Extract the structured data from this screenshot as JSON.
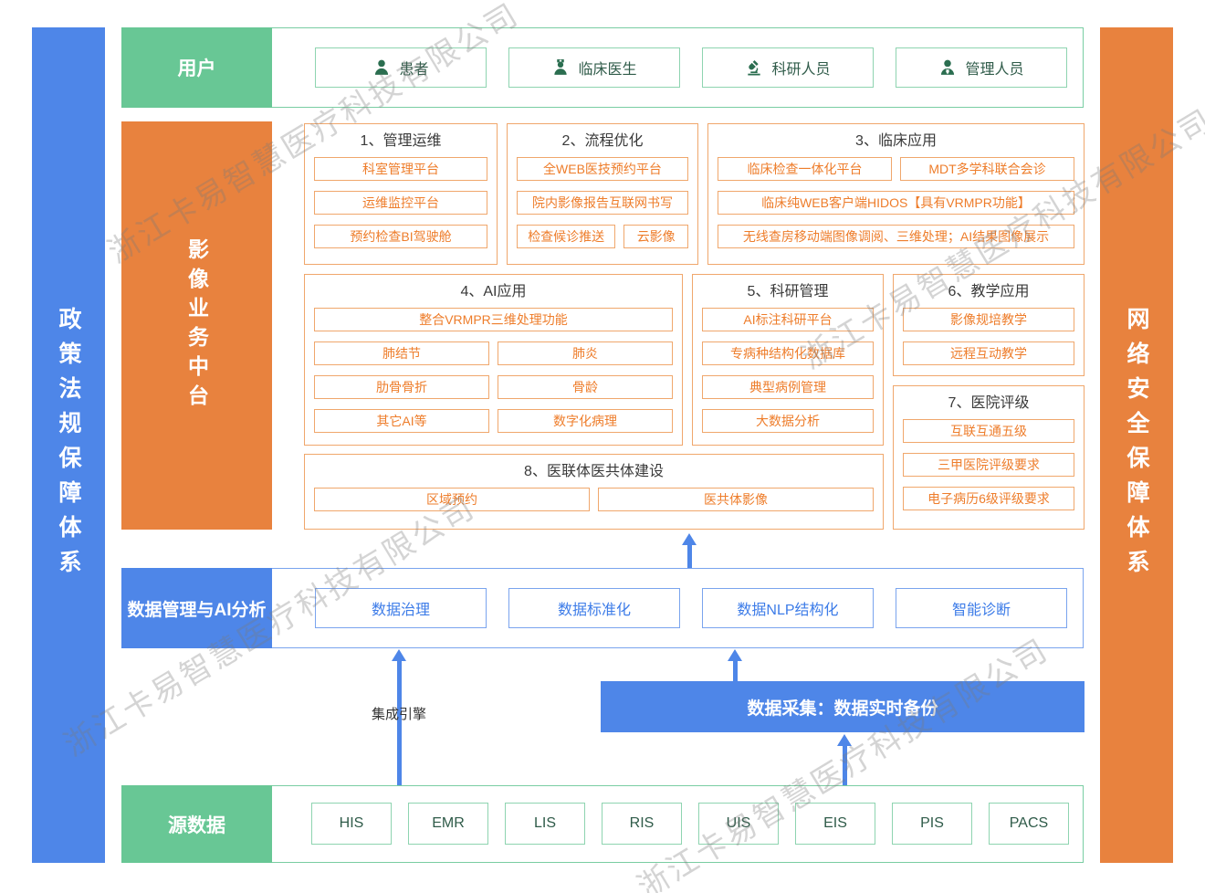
{
  "watermark": {
    "text": "浙江卡易智慧医疗科技有限公司"
  },
  "bars": {
    "left": "政策法规保障体系",
    "right": "网络安全保障体系"
  },
  "user_row": {
    "label": "用户",
    "items": [
      {
        "label": "患者",
        "icon": "patient-icon"
      },
      {
        "label": "临床医生",
        "icon": "doctor-icon"
      },
      {
        "label": "科研人员",
        "icon": "researcher-icon"
      },
      {
        "label": "管理人员",
        "icon": "admin-icon"
      }
    ]
  },
  "platform": {
    "label": "影像业务中台",
    "groups": [
      {
        "title": "1、管理运维",
        "rows": [
          [
            "科室管理平台"
          ],
          [
            "运维监控平台"
          ],
          [
            "预约检查BI驾驶舱"
          ]
        ]
      },
      {
        "title": "2、流程优化",
        "rows": [
          [
            "全WEB医技预约平台"
          ],
          [
            "院内影像报告互联网书写"
          ],
          [
            "检查候诊推送",
            "云影像"
          ]
        ]
      },
      {
        "title": "3、临床应用",
        "rows": [
          [
            "临床检查一体化平台",
            "MDT多学科联合会诊"
          ],
          [
            "临床纯WEB客户端HIDOS【具有VRMPR功能】"
          ],
          [
            "无线查房移动端图像调阅、三维处理；AI结果图像展示"
          ]
        ]
      },
      {
        "title": "4、AI应用",
        "rows": [
          [
            "整合VRMPR三维处理功能"
          ],
          [
            "肺结节",
            "肺炎"
          ],
          [
            "肋骨骨折",
            "骨龄"
          ],
          [
            "其它AI等",
            "数字化病理"
          ]
        ]
      },
      {
        "title": "5、科研管理",
        "rows": [
          [
            "AI标注科研平台"
          ],
          [
            "专病种结构化数据库"
          ],
          [
            "典型病例管理"
          ],
          [
            "大数据分析"
          ]
        ]
      },
      {
        "title": "6、教学应用",
        "rows": [
          [
            "影像规培教学"
          ],
          [
            "远程互动教学"
          ]
        ]
      },
      {
        "title": "7、医院评级",
        "rows": [
          [
            "互联互通五级"
          ],
          [
            "三甲医院评级要求"
          ],
          [
            "电子病历6级评级要求"
          ]
        ]
      },
      {
        "title": "8、医联体医共体建设",
        "rows": [
          [
            "区域预约",
            "医共体影像"
          ]
        ]
      }
    ]
  },
  "data_mgmt": {
    "label": "数据管理与AI分析",
    "items": [
      {
        "label": "数据治理"
      },
      {
        "label": "数据标准化"
      },
      {
        "label": "数据NLP结构化"
      },
      {
        "label": "智能诊断"
      }
    ]
  },
  "flow": {
    "integration_engine_label": "集成引擎",
    "data_collect_label": "数据采集：数据实时备份"
  },
  "source_row": {
    "label": "源数据",
    "items": [
      {
        "label": "HIS"
      },
      {
        "label": "EMR"
      },
      {
        "label": "LIS"
      },
      {
        "label": "RIS"
      },
      {
        "label": "UIS"
      },
      {
        "label": "EIS"
      },
      {
        "label": "PIS"
      },
      {
        "label": "PACS"
      }
    ]
  },
  "colors": {
    "blue": "#4e86e8",
    "orange": "#e8823e",
    "green": "#68c795",
    "orange_text": "#ee7d2b",
    "blue_text": "#3d7ce8"
  }
}
